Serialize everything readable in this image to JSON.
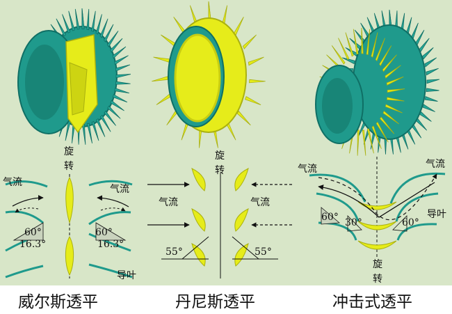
{
  "colors": {
    "panel_bg": "#d8e6c8",
    "teal": "#1f9a8c",
    "teal_dark": "#0f6f65",
    "yellow": "#e6ec1a",
    "yellow_dark": "#a9b010",
    "label": "#111111"
  },
  "labels": {
    "rotation_1": "旋",
    "rotation_2": "转",
    "airflow": "气流",
    "guide_vane": "导叶",
    "angle_60": "60°",
    "angle_16_3": "16.3°",
    "angle_55": "55°",
    "angle_30": "30°"
  },
  "captions": {
    "wells": "威尔斯透平",
    "denniss": "丹尼斯透平",
    "impulse": "冲击式透平"
  }
}
